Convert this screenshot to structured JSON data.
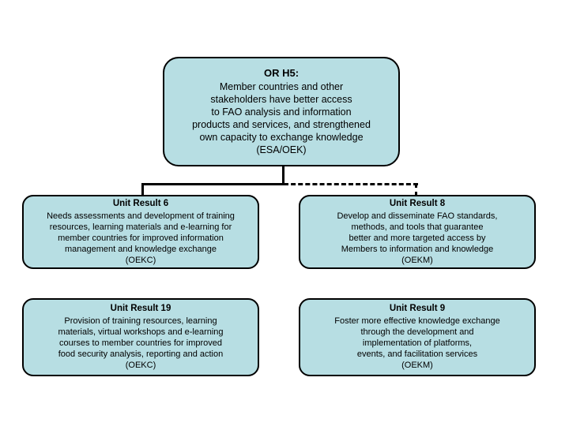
{
  "diagram": {
    "title": "FAO Organizational Result H5 hierarchy",
    "background_color": "#ffffff",
    "node_fill_color": "#b7dee3",
    "node_border_color": "#000000",
    "connector_color": "#000000"
  },
  "nodes": {
    "or_h5": {
      "title": "OR H5:",
      "body": "Member countries and other\nstakeholders have better access\nto FAO analysis and information\nproducts and services, and strengthened\nown capacity to exchange knowledge",
      "code": "(ESA/OEK)"
    },
    "unit_result_6": {
      "title": "Unit Result 6",
      "body": "Needs assessments and development of training\nresources, learning materials and e-learning for\nmember countries for improved information\nmanagement and knowledge exchange",
      "code": "(OEKC)"
    },
    "unit_result_8": {
      "title": "Unit Result 8",
      "body": "Develop and disseminate FAO standards,\nmethods, and tools that guarantee\nbetter and more targeted access by\nMembers to information and knowledge",
      "code": "(OEKM)"
    },
    "unit_result_19": {
      "title": "Unit Result 19",
      "body": "Provision of training resources, learning\nmaterials, virtual workshops and e-learning\ncourses to member countries for improved\nfood security analysis, reporting and action",
      "code": "(OEKC)"
    },
    "unit_result_9": {
      "title": "Unit Result 9",
      "body": "Foster more effective knowledge exchange\nthrough the development and\nimplementation of platforms,\nevents, and facilitation services",
      "code": "(OEKM)"
    }
  },
  "connectors": {
    "trunk": {
      "style": "solid",
      "from": "or_h5",
      "to": "branch-junction"
    },
    "left_branch": {
      "style": "solid",
      "from": "branch-junction",
      "to": "unit_result_6"
    },
    "right_branch": {
      "style": "dashed",
      "from": "branch-junction",
      "to": "unit_result_8"
    }
  }
}
